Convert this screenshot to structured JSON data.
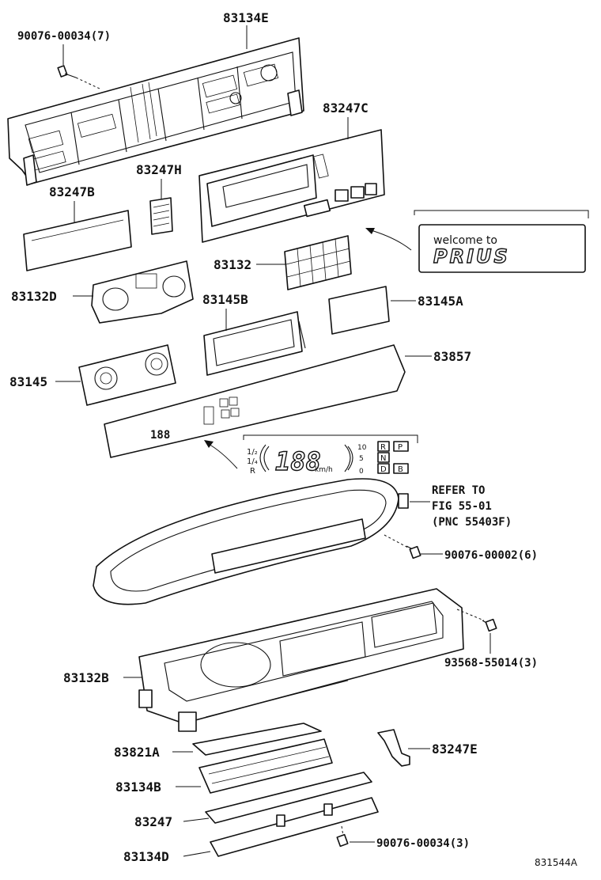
{
  "figure_id": "831544A",
  "labels": {
    "p83134E": "83134E",
    "p90076_00034_7": "90076-00034(7)",
    "p83247C": "83247C",
    "p83247H": "83247H",
    "p83247B": "83247B",
    "p83132": "83132",
    "p83132D": "83132D",
    "p83145B": "83145B",
    "p83145A": "83145A",
    "p83857": "83857",
    "p83145": "83145",
    "refer_line1": "REFER TO",
    "refer_line2": "FIG 55-01",
    "refer_line3": "(PNC 55403F)",
    "p90076_00002_6": "90076-00002(6)",
    "p93568_55014_3": "93568-55014(3)",
    "p83132B": "83132B",
    "p83821A": "83821A",
    "p83247E": "83247E",
    "p83134B": "83134B",
    "p83247": "83247",
    "p90076_00034_3": "90076-00034(3)",
    "p83134D": "83134D"
  },
  "inset_welcome": {
    "line1": "welcome to",
    "line2": "PRIUS"
  },
  "inset_display": {
    "speed": "188",
    "unit": "km/h",
    "gear_r": "R",
    "gear_p": "P",
    "gear_n": "N",
    "gear_d": "D",
    "gear_b": "B",
    "scale_top": "10",
    "scale_mid": "5",
    "scale_bot": "0",
    "left_r": "R"
  }
}
